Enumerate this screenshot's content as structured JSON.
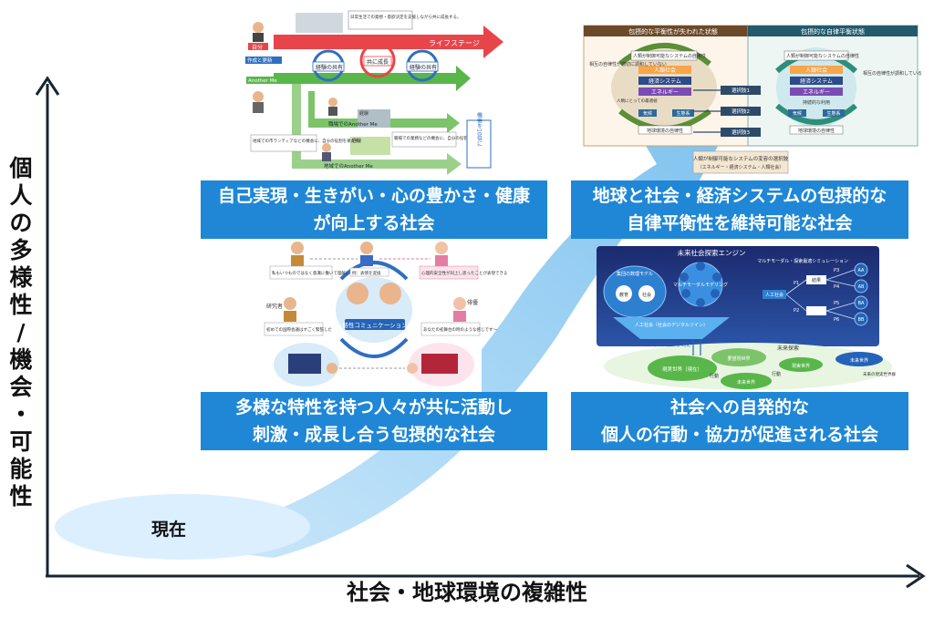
{
  "axis": {
    "y_label_lines": [
      "個人の多様性/機会",
      "・可能性"
    ],
    "x_label": "社会・地球環境の複雑性"
  },
  "current_label": "現在",
  "banners": [
    {
      "lines": [
        "自己実現・生きがい・心の豊かさ・健康",
        "が向上する社会"
      ]
    },
    {
      "lines": [
        "地球と社会・経済システムの包摂的な",
        "自律平衡性を維持可能な社会"
      ]
    },
    {
      "lines": [
        "多様な特性を持つ人々が共に活動し",
        "刺激・成長し合う包摂的な社会"
      ]
    },
    {
      "lines": [
        "社会への自発的な",
        "個人の行動・協力が促進される社会"
      ]
    }
  ],
  "panel_tl": {
    "note": "日常生活での発想・意欲決定を支援しながら共に成長する。",
    "self": "自分",
    "create": "作成と更新",
    "another": "Another Me",
    "share1": "経験の共有",
    "grow": "共に成長",
    "share2": "経験の共有",
    "lifestage": "ライフステージ",
    "exp1": "経験",
    "exp2": "経験",
    "job_am": "職場でのAnother Me",
    "region_am": "地域でのAnother Me",
    "job_note": "職場での業務などの機会に、自分の役割を果たす。",
    "region_note": "地域での市ランティアなどの機会に、自分の役割を果たす。",
    "tenfold": "機会を10倍に"
  },
  "panel_tr": {
    "left_title": "包摂的な平衡性が失われた状態",
    "right_title": "包摂的な自律平衡状態",
    "cond_left": "人類が制御可能なシステムの自律性",
    "cond_right": "人類が制御可能なシステムの自律性",
    "layer1": "人類社会",
    "layer2": "経済システム",
    "layer3": "エネルギー",
    "bottom1": "地球環境の自律性",
    "bottom2": "地球環境の自律性",
    "side_left": "相互の自律性が適切に調和していない",
    "side_right": "相互の自律性が調和している",
    "human_note": "人類にとっての最適値",
    "climate": "気候",
    "eco": "生態系",
    "opt1": "選択肢1",
    "opt2": "選択肢2",
    "opt3": "選択肢3",
    "system_choice": "人類が制御可能なシステムの変容の選択肢",
    "system_choice_sub": "（エネルギー・経済システム・人類社会）",
    "sustain": "持続的な利用"
  },
  "panel_bl": {
    "researcher": "研究者",
    "audience": "俳優",
    "bubble1": "私もいつものではなく意識に働いて理解している",
    "bubble2": "例：表情を変換",
    "bubble3": "心理的安全性が同上し思ったことが表現できる",
    "bubble4": "初めての国際会議はすごく緊張した",
    "bubble5": "あなたの初舞台の時のような感じです〜",
    "center": "感性コミュニケーション"
  },
  "panel_br": {
    "title": "未来社会探索エンジン",
    "sim_title": "マルチモーダル・探索最適シミュレーション",
    "model": "集団の数理モデル",
    "multimodal": "マルチモーダルモデリング",
    "node1": "教育",
    "node2": "社会",
    "ai_society": "人工社会（社会のデジタルツイン）",
    "realtime": "リアルタイムデータ同化",
    "ai_label": "人工社会",
    "result": "結果",
    "p_labels": [
      "P1",
      "P2",
      "P3",
      "P4",
      "P5",
      "P6"
    ],
    "outcomes": [
      "AA",
      "AB",
      "BA",
      "BB"
    ],
    "future_explore": "未来探索",
    "now_world": "現実世界（現在）",
    "hope_world": "要望現世界",
    "act1": "行動",
    "act2": "行動",
    "future_world": "未来世界",
    "future_world2": "現実世界",
    "future_world3": "未来世界",
    "future_world4": "未来の現実世界群"
  },
  "colors": {
    "banner": "#1f87d6",
    "arrow_fill": "#a9d7f5",
    "ellipse_fill": "#dcefff",
    "axis": "#1a2433"
  }
}
